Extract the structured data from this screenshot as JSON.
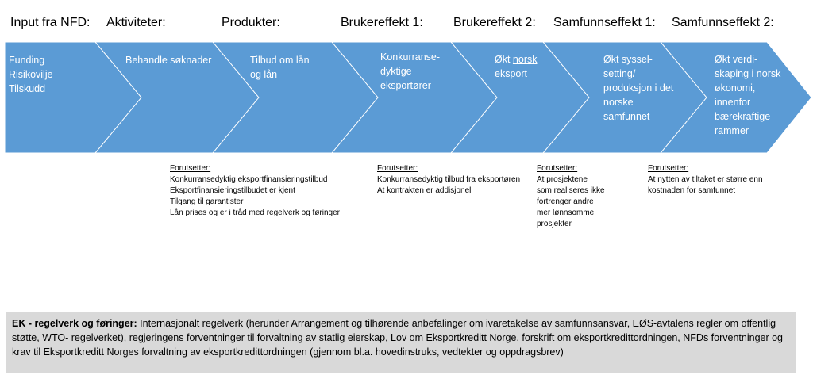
{
  "headers": [
    "Input fra NFD:",
    "Aktiviteter:",
    "Produkter:",
    "Brukereffekt 1:",
    "Brukereffekt 2:",
    "Samfunnseffekt 1:",
    "Samfunnseffekt 2:"
  ],
  "chevrons": [
    {
      "text": "Funding\nRisikovilje\nTilskudd"
    },
    {
      "text": "Behandle søknader"
    },
    {
      "text": "Tilbud om lån\n og lån"
    },
    {
      "text": "Konkurranse-\ndyktige\neksportører"
    },
    {
      "text_before": "Økt ",
      "text_underlined": "norsk",
      "text_after": "\neksport"
    },
    {
      "text": "Økt syssel-\nsetting/\nproduksjon i det\nnorske\nsamfunnet"
    },
    {
      "text": "Økt verdi-\nskaping i norsk\nøkonomi,\ninnenfor\nbærekraftige\nrammer"
    }
  ],
  "assumptions": [
    {
      "label": "Forutsetter:",
      "items": [
        "Konkurransedyktig eksportfinansieringstilbud",
        "Eksportfinansieringstilbudet er kjent",
        "Tilgang til garantister",
        "Lån prises og er i tråd med regelverk og føringer"
      ]
    },
    {
      "label": "Forutsetter:",
      "items": [
        "Konkurransedyktig tilbud fra eksportøren",
        "At kontrakten er addisjonell"
      ]
    },
    {
      "label": "Forutsetter:",
      "items": [
        "At prosjektene\nsom realiseres ikke\nfortrenger andre\nmer lønnsomme\nprosjekter"
      ]
    },
    {
      "label": "Forutsetter:",
      "items": [
        "At nytten av tiltaket er større enn\nkostnaden for samfunnet"
      ]
    }
  ],
  "footer": {
    "bold": "EK - regelverk og føringer:",
    "text": " Internasjonalt regelverk (herunder Arrangement og tilhørende anbefalinger om ivaretakelse av samfunnsansvar, EØS-avtalens regler om offentlig støtte, WTO- regelverket), regjeringens forventninger til forvaltning av statlig eierskap, Lov om Eksportkreditt Norge, forskrift om eksportkredittordningen, NFDs forventninger og krav til Eksportkreditt Norges forvaltning av eksportkredittordningen  (gjennom bl.a. hovedinstruks, vedtekter og oppdragsbrev)"
  },
  "colors": {
    "chevron_fill": "#5b9bd5",
    "chevron_stroke": "#ffffff",
    "footer_bg": "#d9d9d9"
  }
}
